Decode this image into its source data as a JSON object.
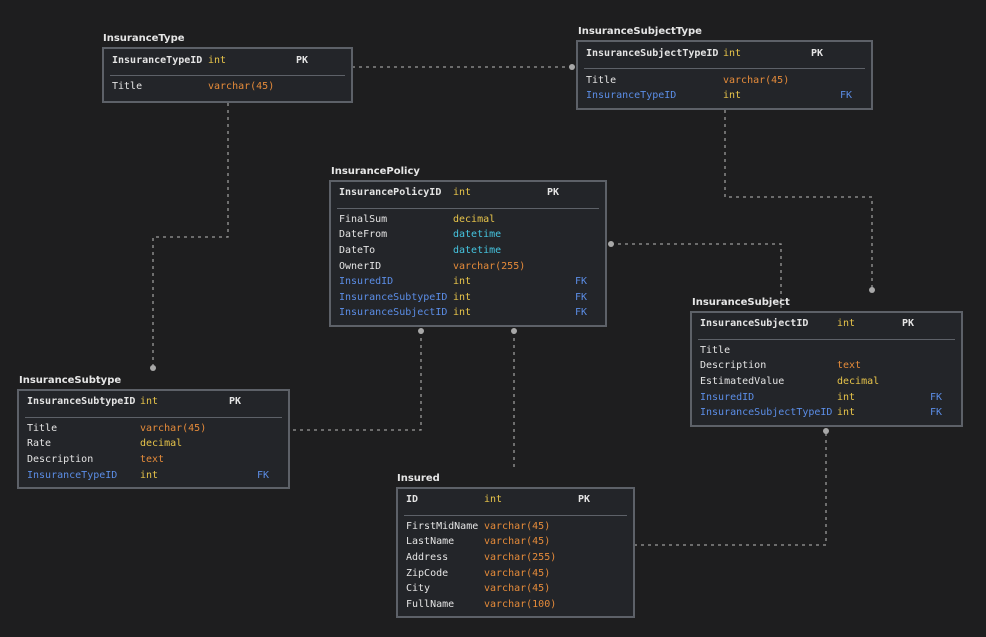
{
  "colors": {
    "background": "#1e1e1f",
    "border": "#5d6168",
    "pk_type_int": "#e7c44a",
    "varchar": "#e58b3a",
    "datetime": "#45c4df",
    "fk": "#5b8de6",
    "link": "#9a9a9a"
  },
  "tables": [
    {
      "id": "insurance-type",
      "title": "InsuranceType",
      "pk": {
        "name": "InsuranceTypeID",
        "type": "int",
        "key": "PK"
      },
      "columns": [
        {
          "name": "Title",
          "type": "varchar(45)",
          "key": ""
        }
      ]
    },
    {
      "id": "insurance-subject-type",
      "title": "InsuranceSubjectType",
      "pk": {
        "name": "InsuranceSubjectTypeID",
        "type": "int",
        "key": "PK"
      },
      "columns": [
        {
          "name": "Title",
          "type": "varchar(45)",
          "key": ""
        },
        {
          "name": "InsuranceTypeID",
          "type": "int",
          "key": "FK"
        }
      ]
    },
    {
      "id": "insurance-policy",
      "title": "InsurancePolicy",
      "pk": {
        "name": "InsurancePolicyID",
        "type": "int",
        "key": "PK"
      },
      "columns": [
        {
          "name": "FinalSum",
          "type": "decimal",
          "key": ""
        },
        {
          "name": "DateFrom",
          "type": "datetime",
          "key": ""
        },
        {
          "name": "DateTo",
          "type": "datetime",
          "key": ""
        },
        {
          "name": "OwnerID",
          "type": "varchar(255)",
          "key": ""
        },
        {
          "name": "InsuredID",
          "type": "int",
          "key": "FK"
        },
        {
          "name": "InsuranceSubtypeID",
          "type": "int",
          "key": "FK"
        },
        {
          "name": "InsuranceSubjectID",
          "type": "int",
          "key": "FK"
        }
      ]
    },
    {
      "id": "insurance-subject",
      "title": "InsuranceSubject",
      "pk": {
        "name": "InsuranceSubjectID",
        "type": "int",
        "key": "PK"
      },
      "columns": [
        {
          "name": "Title",
          "type": "",
          "key": ""
        },
        {
          "name": "Description",
          "type": "text",
          "key": ""
        },
        {
          "name": "EstimatedValue",
          "type": "decimal",
          "key": ""
        },
        {
          "name": "InsuredID",
          "type": "int",
          "key": "FK"
        },
        {
          "name": "InsuranceSubjectTypeID",
          "type": "int",
          "key": "FK"
        }
      ]
    },
    {
      "id": "insurance-subtype",
      "title": "InsuranceSubtype",
      "pk": {
        "name": "InsuranceSubtypeID",
        "type": "int",
        "key": "PK"
      },
      "columns": [
        {
          "name": "Title",
          "type": "varchar(45)",
          "key": ""
        },
        {
          "name": "Rate",
          "type": "decimal",
          "key": ""
        },
        {
          "name": "Description",
          "type": "text",
          "key": ""
        },
        {
          "name": "InsuranceTypeID",
          "type": "int",
          "key": "FK"
        }
      ]
    },
    {
      "id": "insured",
      "title": "Insured",
      "pk": {
        "name": "ID",
        "type": "int",
        "key": "PK"
      },
      "columns": [
        {
          "name": "FirstMidName",
          "type": "varchar(45)",
          "key": ""
        },
        {
          "name": "LastName",
          "type": "varchar(45)",
          "key": ""
        },
        {
          "name": "Address",
          "type": "varchar(255)",
          "key": ""
        },
        {
          "name": "ZipCode",
          "type": "varchar(45)",
          "key": ""
        },
        {
          "name": "City",
          "type": "varchar(45)",
          "key": ""
        },
        {
          "name": "FullName",
          "type": "varchar(100)",
          "key": ""
        }
      ]
    }
  ],
  "relationships": [
    {
      "from": "insurance-type",
      "to": "insurance-subject-type"
    },
    {
      "from": "insurance-type",
      "to": "insurance-subtype"
    },
    {
      "from": "insurance-subject-type",
      "to": "insurance-subject"
    },
    {
      "from": "insurance-policy",
      "to": "insurance-subject"
    },
    {
      "from": "insurance-policy",
      "to": "insurance-subtype"
    },
    {
      "from": "insurance-policy",
      "to": "insured"
    },
    {
      "from": "insured",
      "to": "insurance-subject"
    }
  ]
}
